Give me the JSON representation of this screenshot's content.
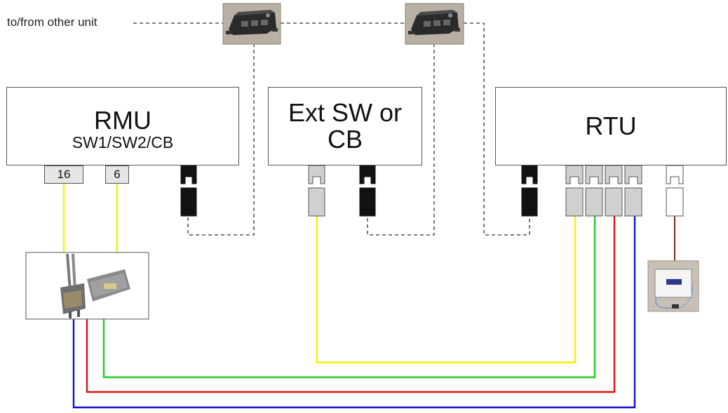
{
  "external_link_label": "to/from other unit",
  "units": {
    "rmu": {
      "title": "RMU",
      "subtitle": "SW1/SW2/CB"
    },
    "ext": {
      "title_line1": "Ext SW or",
      "title_line2": "CB"
    },
    "rtu": {
      "title": "RTU"
    }
  },
  "rmu_ports": [
    "16",
    "6"
  ],
  "colors": {
    "yellow": "#f2f200",
    "green": "#22cc22",
    "red": "#e01010",
    "blue": "#1010c8",
    "brown": "#7a2a1a",
    "dashed": "#333333",
    "port_gray": "#d0d0d0",
    "port_black": "#111111"
  },
  "icons": [
    "network-switch-icon",
    "network-switch-icon",
    "junction-box-icon",
    "fiber-terminal-box-icon"
  ]
}
